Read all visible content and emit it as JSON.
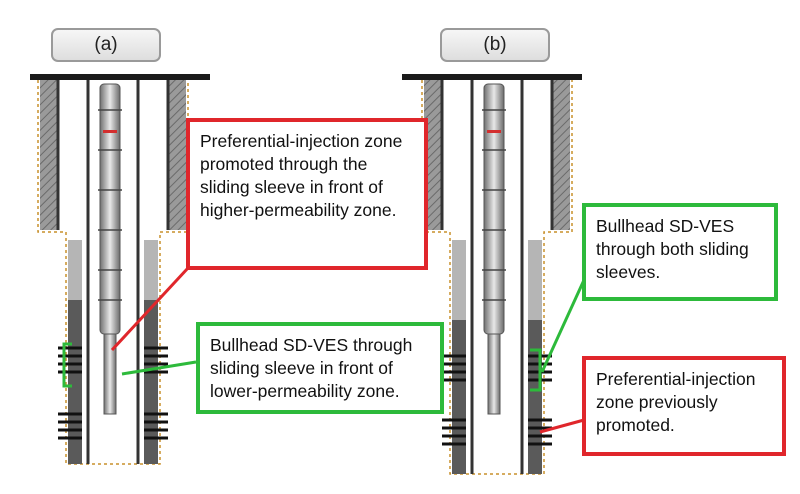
{
  "panels": [
    {
      "label": "(a)"
    },
    {
      "label": "(b)"
    }
  ],
  "callouts": {
    "a_red": "Preferential-injection zone promoted through the sliding sleeve in front of higher-permeability zone.",
    "a_green": "Bullhead SD-VES through sliding sleeve in front of lower-permeability zone.",
    "b_green": "Bullhead SD-VES through both sliding sleeves.",
    "b_red": "Preferential-injection zone previously promoted."
  },
  "colors": {
    "red": "#e0262b",
    "green": "#2dba3b",
    "casing": "#4a4a4a",
    "cement": "#b5b5b5"
  }
}
